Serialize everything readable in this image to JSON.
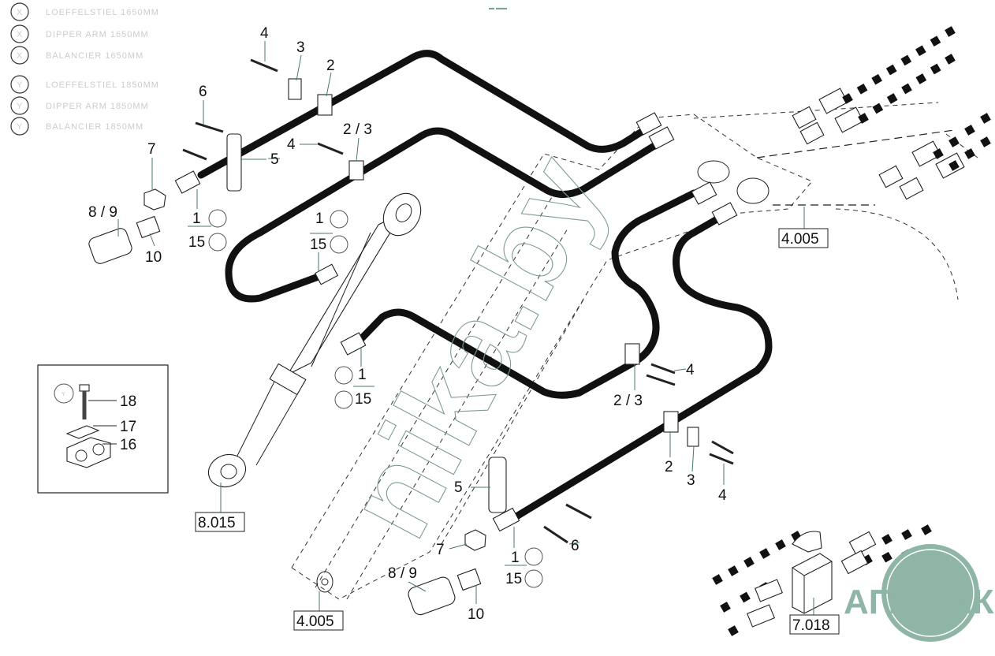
{
  "diagram": {
    "title": "Hydraulic hose installation — dipper arm",
    "legend": [
      {
        "symbol": "X",
        "text": "LOEFFELSTIEL  1650MM"
      },
      {
        "symbol": "X",
        "text": "DIPPER  ARM  1650MM"
      },
      {
        "symbol": "X",
        "text": "BALANCIER  1650MM"
      },
      {
        "symbol": "Y",
        "text": "LOEFFELSTIEL  1850MM"
      },
      {
        "symbol": "Y",
        "text": "DIPPER  ARM  1850MM"
      },
      {
        "symbol": "Y",
        "text": "BALANCIER  1850MM"
      }
    ],
    "part_labels": {
      "top_left": {
        "p4": "4",
        "p3": "3",
        "p2": "2",
        "p6": "6",
        "p7": "7",
        "p5": "5",
        "p4b": "4",
        "p23": "2 / 3",
        "p89": "8 / 9",
        "p10": "10",
        "p1": "1",
        "p15": "15"
      },
      "mid_left": {
        "p1": "1",
        "p15": "15"
      },
      "center": {
        "p1": "1",
        "p15": "15"
      },
      "right_mid": {
        "p4": "4",
        "p23": "2 / 3"
      },
      "right_lower": {
        "p2": "2",
        "p3": "3",
        "p4": "4"
      },
      "bottom": {
        "p5": "5",
        "p7": "7",
        "p6": "6",
        "p89": "8 / 9",
        "p10": "10",
        "p1": "1",
        "p15": "15"
      },
      "inset": {
        "p18": "18",
        "p17": "17",
        "p16": "16",
        "symbol": "Y"
      }
    },
    "references": {
      "cylinder": "8.015",
      "arm_bottom": "4.005",
      "arm_top": "4.005",
      "valve_block": "7.018"
    },
    "variant_symbols": {
      "x": "X",
      "y": "Y"
    }
  },
  "watermarks": {
    "site": "nika.by",
    "logo": "АГРО НКА",
    "top_mark": "▬ ▬▬"
  },
  "colors": {
    "line": "#111111",
    "leader": "#4a7a6a",
    "legend_text": "#cccccc",
    "watermark": "#8fb5a6"
  }
}
